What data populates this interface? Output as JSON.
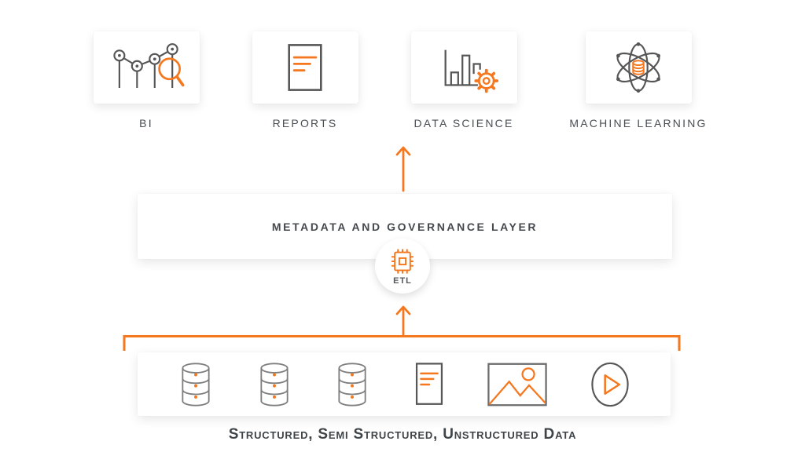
{
  "outputs": [
    {
      "label": "BI",
      "icon": "bi-analytics-search-icon"
    },
    {
      "label": "REPORTS",
      "icon": "report-document-icon"
    },
    {
      "label": "DATA SCIENCE",
      "icon": "bar-chart-gear-icon"
    },
    {
      "label": "MACHINE LEARNING",
      "icon": "atom-database-icon"
    }
  ],
  "governance_layer": {
    "label": "METADATA AND GOVERNANCE LAYER"
  },
  "etl": {
    "label": "ETL",
    "icon": "processor-chip-icon"
  },
  "sources": {
    "label": "Structured, Semi Structured, Unstructured Data",
    "icons": [
      "database-icon",
      "database-icon",
      "database-icon",
      "document-icon",
      "image-icon",
      "video-play-icon"
    ]
  },
  "colors": {
    "accent_orange": "#F5771E",
    "icon_dark_gray": "#565656",
    "icon_light_gray": "#7E7E7E",
    "label_text": "#45494E"
  }
}
